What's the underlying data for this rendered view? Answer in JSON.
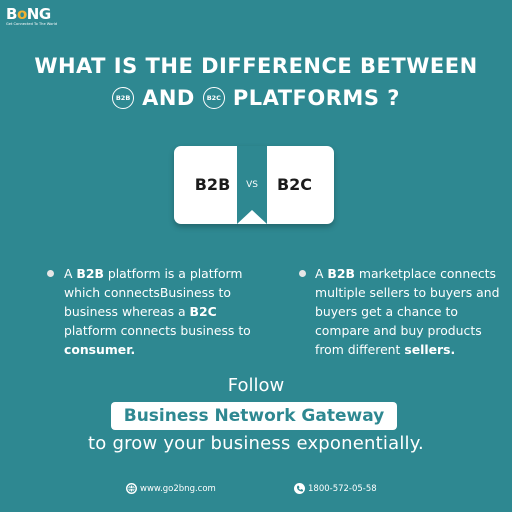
{
  "brand": {
    "logo_text_b": "B",
    "logo_text_n": "N",
    "logo_text_g": "G",
    "logo_tagline": "Get Connected To The World"
  },
  "heading": {
    "line1": "WHAT IS THE DIFFERENCE BETWEEN",
    "badge1": "B2B",
    "and": "AND",
    "badge2": "B2C",
    "platforms": "PLATFORMS ?"
  },
  "compare_card": {
    "left": "B2B",
    "vs": "VS",
    "right": "B2C"
  },
  "bullets": [
    {
      "p1": "A ",
      "b1": "B2B",
      "p2": " platform is a platform which connectsBusiness to business whereas a ",
      "b2": "B2C",
      "p3": " platform connects business to ",
      "b3": "consumer.",
      "p4": ""
    },
    {
      "p1": "A ",
      "b1": "B2B",
      "p2": " marketplace connects multiple sellers to buyers and buyers get a chance to compare and buy products from different ",
      "b2": "sellers.",
      "p3": "",
      "b3": "",
      "p4": ""
    }
  ],
  "cta": {
    "follow": "Follow",
    "name": "Business Network Gateway",
    "tagline": "to grow your business exponentially."
  },
  "footer": {
    "website": "www.go2bng.com",
    "phone": "1800-572-05-58"
  },
  "colors": {
    "background": "#2e8891",
    "accent_logo": "#f2b233",
    "card": "#ffffff",
    "text": "#ffffff"
  }
}
